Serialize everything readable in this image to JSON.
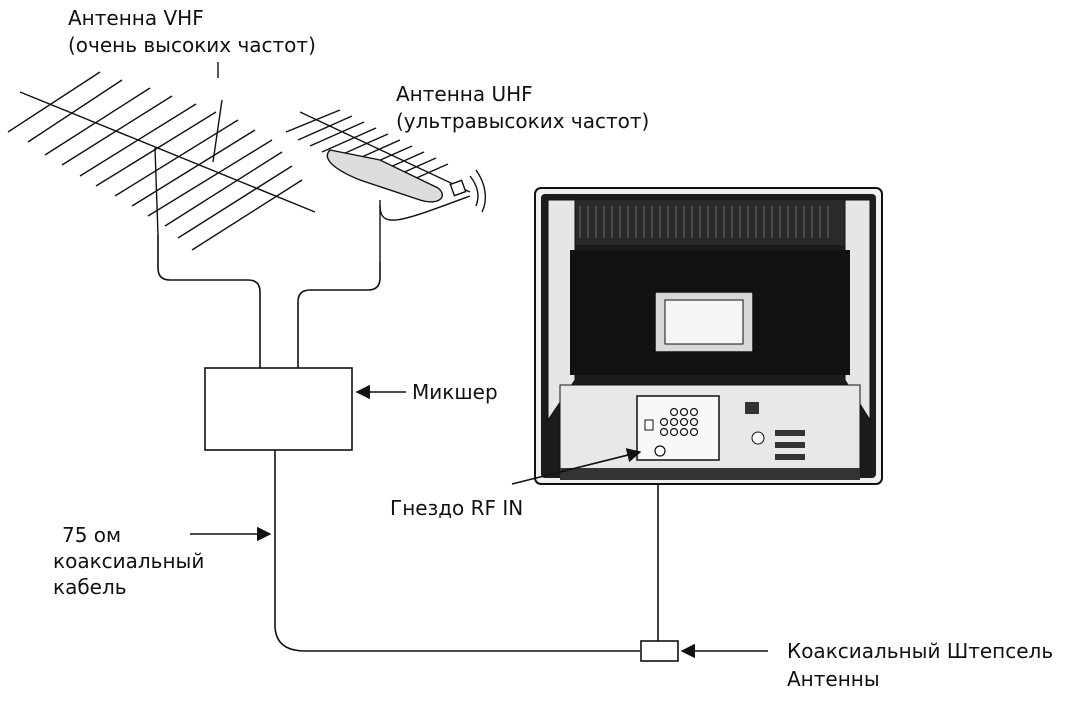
{
  "labels": {
    "vhf_line1": "Антенна VHF",
    "vhf_line2": "(очень высоких частот)",
    "uhf_line1": "Антенна UHF",
    "uhf_line2": "(ультравысоких частот)",
    "mixer": "Микшер",
    "cable_line1": "75 ом",
    "cable_line2": "коаксиальный",
    "cable_line3": "кабель",
    "rf_in": "Гнездо RF IN",
    "plug_line1": "Коаксиальный Штепсель",
    "plug_line2": "Антенны"
  },
  "colors": {
    "ink": "#111111",
    "tv_body": "#1a1a1a",
    "tv_frame": "#f2f2f2",
    "background": "#ffffff"
  },
  "icons": {
    "vhf_antenna": "vhf-antenna-icon",
    "uhf_antenna": "uhf-antenna-icon",
    "mixer": "mixer-box-icon",
    "tv": "tv-rear-panel-icon",
    "plug": "coaxial-plug-icon"
  }
}
